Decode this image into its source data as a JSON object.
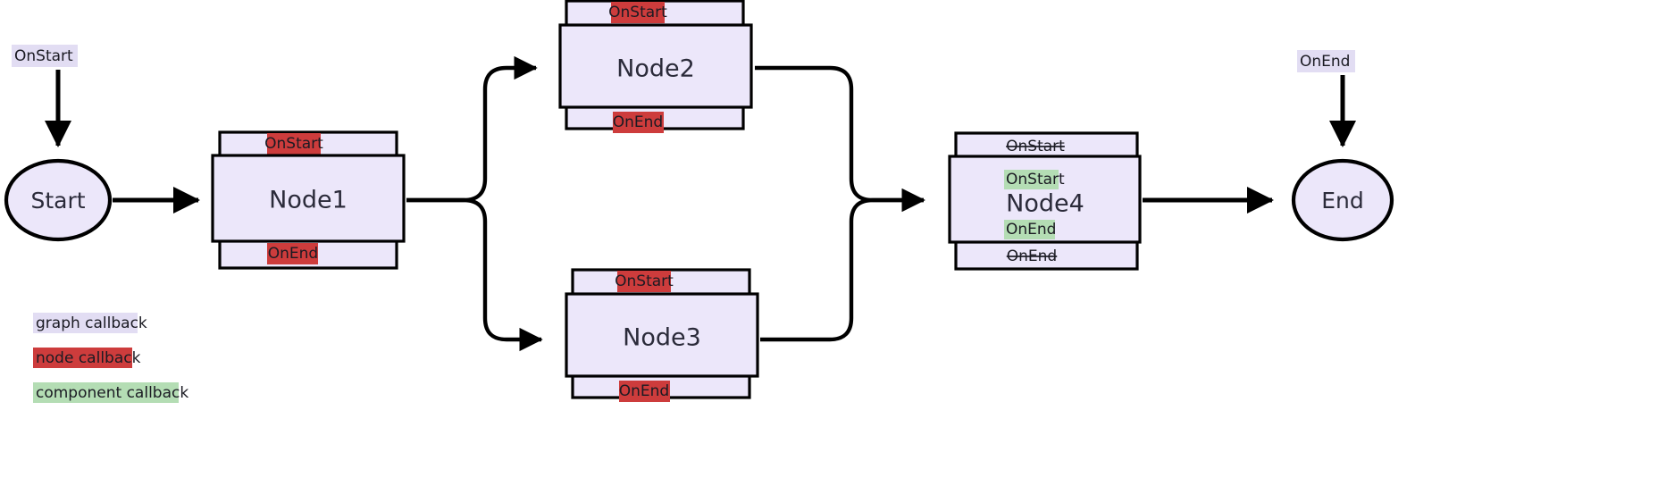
{
  "diagram": {
    "type": "flowchart",
    "title": "",
    "background_color": "#ffffff",
    "palette": {
      "node_fill": "#ece7fa",
      "node_stroke": "#000000",
      "graph_callback_highlight": "#e2ddf3",
      "node_callback_highlight": "#cd3c3c",
      "component_callback_highlight": "#b4ddb4",
      "text": "#2b2b3a"
    },
    "graph_callbacks": [
      {
        "id": "graph-onstart",
        "label": "OnStart",
        "position": "top-left",
        "attached_to": "Start"
      },
      {
        "id": "graph-onend",
        "label": "OnEnd",
        "position": "top-right",
        "attached_to": "End"
      }
    ],
    "terminals": [
      {
        "id": "start",
        "label": "Start",
        "shape": "ellipse"
      },
      {
        "id": "end",
        "label": "End",
        "shape": "ellipse"
      }
    ],
    "nodes": [
      {
        "id": "node1",
        "label": "Node1",
        "outer_top_callback": {
          "label": "OnStart",
          "kind": "node",
          "struck": false
        },
        "outer_bottom_callback": {
          "label": "OnEnd",
          "kind": "node",
          "struck": false
        },
        "inner_callbacks": []
      },
      {
        "id": "node2",
        "label": "Node2",
        "outer_top_callback": {
          "label": "OnStart",
          "kind": "node",
          "struck": false
        },
        "outer_bottom_callback": {
          "label": "OnEnd",
          "kind": "node",
          "struck": false
        },
        "inner_callbacks": []
      },
      {
        "id": "node3",
        "label": "Node3",
        "outer_top_callback": {
          "label": "OnStart",
          "kind": "node",
          "struck": false
        },
        "outer_bottom_callback": {
          "label": "OnEnd",
          "kind": "node",
          "struck": false
        },
        "inner_callbacks": []
      },
      {
        "id": "node4",
        "label": "Node4",
        "outer_top_callback": {
          "label": "OnStart",
          "kind": "node",
          "struck": true
        },
        "outer_bottom_callback": {
          "label": "OnEnd",
          "kind": "node",
          "struck": true
        },
        "inner_callbacks": [
          {
            "label": "OnStart",
            "kind": "component",
            "struck": false
          },
          {
            "label": "OnEnd",
            "kind": "component",
            "struck": false
          }
        ]
      }
    ],
    "edges": [
      {
        "from": "graph-onstart",
        "to": "start",
        "arrow": true
      },
      {
        "from": "start",
        "to": "node1",
        "arrow": true
      },
      {
        "from": "node1",
        "to": "node2",
        "arrow": true
      },
      {
        "from": "node1",
        "to": "node3",
        "arrow": true
      },
      {
        "from": "node2",
        "to": "node4",
        "arrow": true
      },
      {
        "from": "node3",
        "to": "node4",
        "arrow": true
      },
      {
        "from": "node4",
        "to": "end",
        "arrow": true
      },
      {
        "from": "graph-onend",
        "to": "end",
        "arrow": true
      }
    ],
    "legend": {
      "items": [
        {
          "id": "legend-graph",
          "label": "graph callback",
          "color": "#e2ddf3"
        },
        {
          "id": "legend-node",
          "label": "node callback",
          "color": "#cd3c3c"
        },
        {
          "id": "legend-component",
          "label": "component callback",
          "color": "#b4ddb4"
        }
      ]
    }
  }
}
